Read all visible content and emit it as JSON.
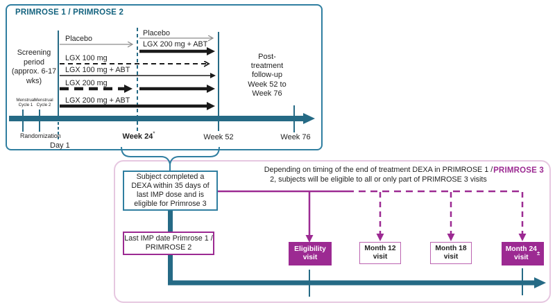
{
  "colors": {
    "teal_axis": "#256a85",
    "teal_border": "#2f7ea0",
    "teal_title": "#14637f",
    "magenta": "#9c2a92",
    "panel3_border": "#e6c7e0",
    "arrow_black": "#1a1a1a",
    "arrow_gray": "#8c8c8c"
  },
  "panel1": {
    "title": "PRIMROSE 1 / PRIMROSE 2",
    "screening_label": "Screening\nperiod\n(approx. 6-17\nwks)",
    "menstrual_cycle_1": "Menstrual\nCycle 1",
    "menstrual_cycle_2": "Menstrual\nCycle 2",
    "randomization_label": "Randomization",
    "day_1": "Day 1",
    "arms": {
      "placebo_1": "Placebo",
      "placebo_2": "Placebo",
      "lgx200_abt_switch": "LGX 200 mg + ABT",
      "lgx100": "LGX 100 mg",
      "lgx100_abt": "LGX 100 mg + ABT",
      "lgx200": "LGX 200 mg",
      "lgx200_abt": "LGX 200 mg + ABT"
    },
    "week_24": "Week 24",
    "week_24_footnote": "*",
    "week_52": "Week 52",
    "week_76": "Week 76",
    "post_treatment": "Post-\ntreatment\nfollow-up\nWeek 52 to\nWeek 76"
  },
  "panel2": {
    "title": "PRIMROSE 3",
    "eligibility_note": "Depending on timing of the end of treatment DEXA in PRIMROSE 1 /\n2, subjects will be eligible to all or only part of PRIMROSE 3 visits",
    "dexa_box": "Subject completed a\nDEXA within 35 days of\nlast IMP dose and is\neligible for Primrose 3",
    "last_imp_box": "Last IMP date Primrose 1 /\nPRIMROSE 2",
    "visits": {
      "eligibility": "Eligibility\nvisit",
      "month_12": "Month 12\nvisit",
      "month_18": "Month 18\nvisit",
      "month_24": "Month 24\nvisit",
      "month_24_footnote": "±"
    }
  }
}
